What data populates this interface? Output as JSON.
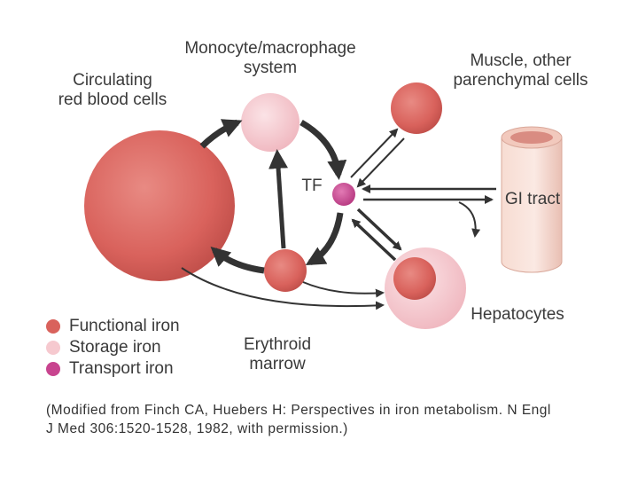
{
  "labels": {
    "circulating_rbc": [
      "Circulating",
      "red blood cells"
    ],
    "monocyte": [
      "Monocyte/macrophage",
      "system"
    ],
    "muscle": [
      "Muscle, other",
      "parenchymal cells"
    ],
    "tf": "TF",
    "gi_tract": "GI tract",
    "hepatocytes": "Hepatocytes",
    "erythroid": [
      "Erythroid",
      "marrow"
    ]
  },
  "legend": [
    {
      "label": "Functional iron",
      "color": "#d9625c"
    },
    {
      "label": "Storage iron",
      "color": "#f6c9cf"
    },
    {
      "label": "Transport iron",
      "color": "#c8448f"
    }
  ],
  "caption": [
    "(Modified from Finch CA, Huebers H: Perspectives in iron metabolism. N Engl",
    "J Med 306:1520-1528, 1982, with permission.)"
  ],
  "colors": {
    "functional": "#d9625c",
    "storage": "#f6c9cf",
    "transport": "#c8448f",
    "arrow": "#333333",
    "gi_tube": "#f5d6cc"
  }
}
